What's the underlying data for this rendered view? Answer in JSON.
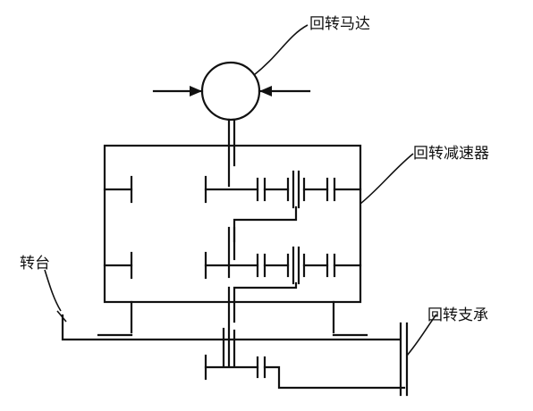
{
  "labels": {
    "motor": "回转马达",
    "reducer": "回转减速器",
    "turntable": "转台",
    "bearing": "回转支承"
  },
  "colors": {
    "line": "#111111",
    "background": "#ffffff"
  }
}
